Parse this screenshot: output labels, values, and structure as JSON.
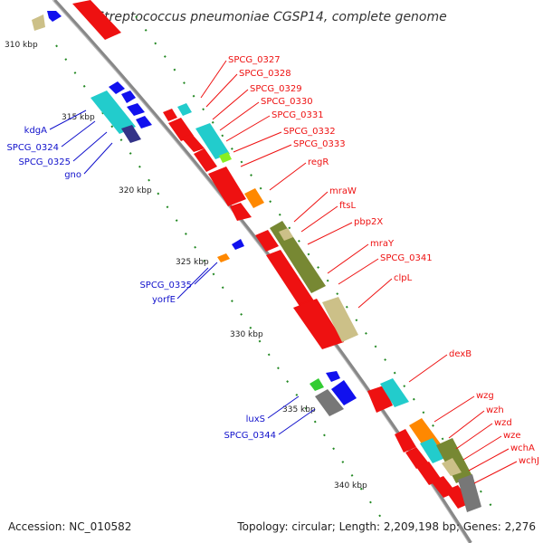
{
  "title": "Streptococcus pneumoniae CGSP14, complete genome",
  "footer": {
    "accession": "Accession: NC_010582",
    "topology": "Topology: circular; Length: 2,209,198 bp; Genes: 2,276"
  },
  "ticks": [
    "310 kbp",
    "315 kbp",
    "320 kbp",
    "325 kbp",
    "330 kbp",
    "335 kbp",
    "340 kbp"
  ],
  "left_labels": [
    "kdgA",
    "SPCG_0324",
    "SPCG_0325",
    "gno",
    "SPCG_0335",
    "yorfE",
    "luxS",
    "SPCG_0344"
  ],
  "right_labels": [
    "SPCG_0327",
    "SPCG_0328",
    "SPCG_0329",
    "SPCG_0330",
    "SPCG_0331",
    "SPCG_0332",
    "SPCG_0333",
    "regR",
    "mraW",
    "ftsL",
    "pbp2X",
    "mraY",
    "SPCG_0341",
    "clpL",
    "dexB",
    "wzg",
    "wzh",
    "wzd",
    "wze",
    "wchA",
    "wchJ"
  ],
  "colors": {
    "forward_gene": "#ee1111",
    "reverse_gene": "#1111ee",
    "right_label": "#ee1111",
    "left_label": "#1111cc",
    "cyan": "#22cccc",
    "olive": "#778833",
    "khaki": "#ccc088",
    "orange": "#ff8800",
    "green": "#33cc33",
    "gray": "#777777",
    "backbone": "#888888",
    "skew": "#228822"
  }
}
